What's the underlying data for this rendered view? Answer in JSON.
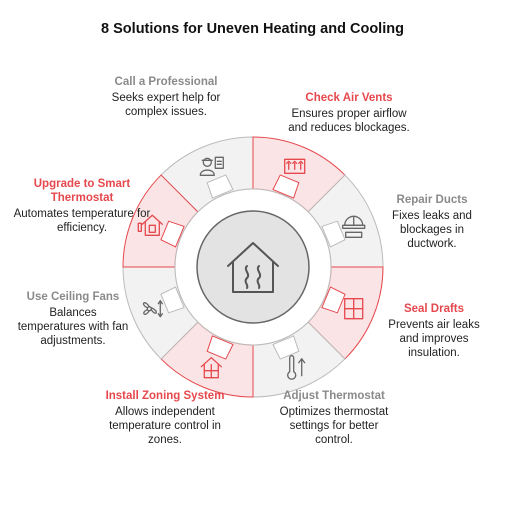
{
  "title": "8 Solutions for Uneven Heating and Cooling",
  "colors": {
    "accent": "#e5484d",
    "segment_light": "#f2f2f2",
    "segment_accent": "#fbe4e5",
    "outline": "#666666"
  },
  "center_icon": "house-heat-icon",
  "solutions": [
    {
      "title": "Call a Professional",
      "desc": "Seeks expert help for complex issues.",
      "icon": "technician-checklist-icon",
      "accent": false
    },
    {
      "title": "Check Air Vents",
      "desc": "Ensures proper airflow and reduces blockages.",
      "icon": "air-vent-icon",
      "accent": true
    },
    {
      "title": "Repair Ducts",
      "desc": "Fixes leaks and blockages in ductwork.",
      "icon": "hardhat-duct-icon",
      "accent": false
    },
    {
      "title": "Seal Drafts",
      "desc": "Prevents air leaks and improves insulation.",
      "icon": "window-icon",
      "accent": true
    },
    {
      "title": "Adjust Thermostat",
      "desc": "Optimizes thermostat settings for better control.",
      "icon": "thermometer-arrow-icon",
      "accent": false
    },
    {
      "title": "Install Zoning System",
      "desc": "Allows independent temperature control in zones.",
      "icon": "zoned-house-icon",
      "accent": true
    },
    {
      "title": "Use Ceiling Fans",
      "desc": "Balances temperatures with fan adjustments.",
      "icon": "ceiling-fan-icon",
      "accent": false
    },
    {
      "title": "Upgrade to Smart Thermostat",
      "desc": "Automates temperature for efficiency.",
      "icon": "smart-home-thermostat-icon",
      "accent": true
    }
  ]
}
